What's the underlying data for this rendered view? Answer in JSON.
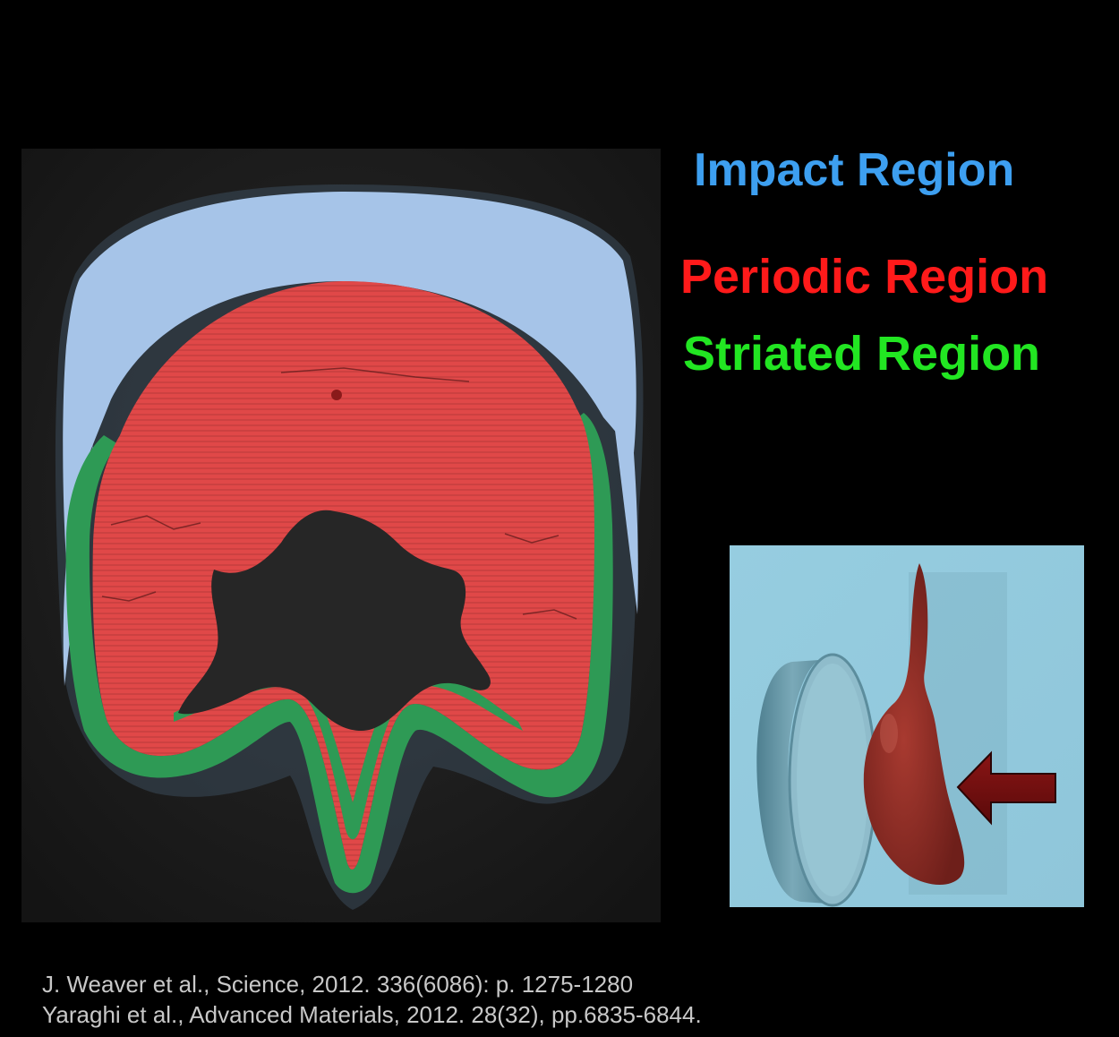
{
  "labels": {
    "impact": {
      "text": "Impact Region",
      "color": "#3d9ff0"
    },
    "periodic": {
      "text": "Periodic Region",
      "color": "#ff1a1a"
    },
    "striated": {
      "text": "Striated Region",
      "color": "#22e622"
    }
  },
  "region_colors": {
    "impact": "#a6c4e8",
    "periodic": "#e04848",
    "striated": "#2e9a55",
    "background": "#1c1c1c",
    "void": "#262626"
  },
  "inset": {
    "background": "#96cde0",
    "club_color": "#8a2b24",
    "target_color": "#6a98a8",
    "arrow_color": "#6e0d0d"
  },
  "citations": [
    "J. Weaver et al., Science, 2012. 336(6086): p. 1275-1280",
    "Yaraghi et al., Advanced Materials, 2012. 28(32), pp.6835-6844."
  ]
}
